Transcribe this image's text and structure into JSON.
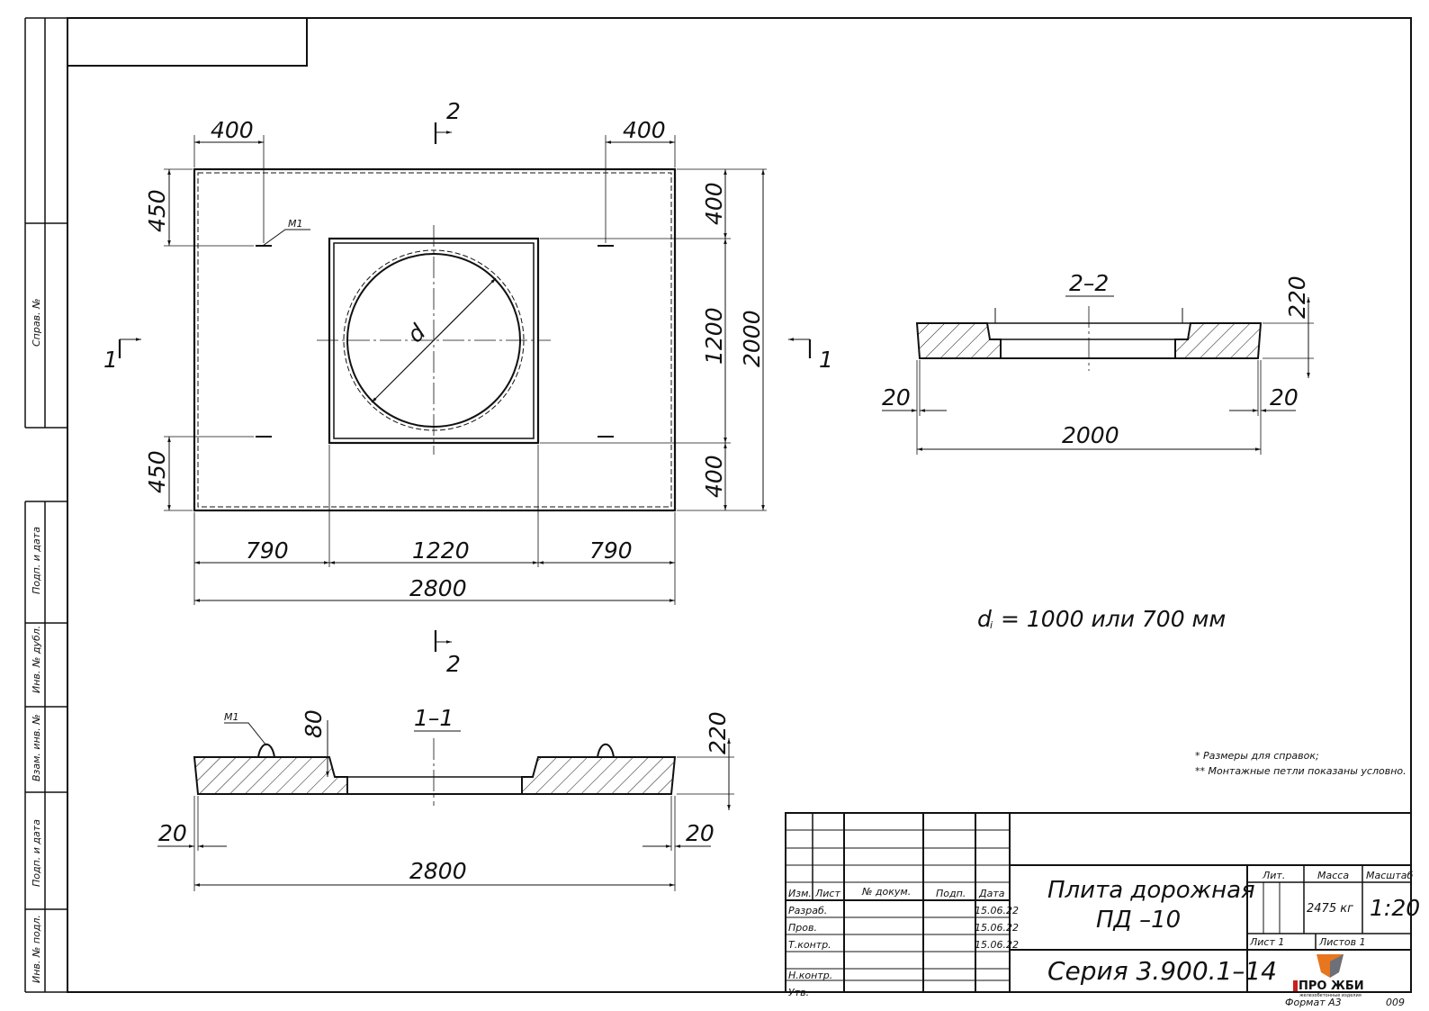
{
  "side_strip": {
    "sprav_no": "Справ. №",
    "podp_data_1": "Подп. и дата",
    "inv_dubl": "Инв. № дубл.",
    "vzam_inv": "Взам. инв. №",
    "podp_data_2": "Подп. и дата",
    "inv_podl": "Инв. № подл."
  },
  "plan_view": {
    "dim_400_left": "400",
    "dim_400_right": "400",
    "dim_450_top": "450",
    "dim_450_bottom": "450",
    "dim_400_right_top": "400",
    "dim_1200": "1200",
    "dim_2000": "2000",
    "dim_400_right_bottom": "400",
    "dim_790_left": "790",
    "dim_1220": "1220",
    "dim_790_right": "790",
    "dim_2800": "2800",
    "hole_label": "d",
    "loop_label": "М1",
    "cut1_left": "1",
    "cut1_right": "1",
    "cut2_top": "2",
    "cut2_bottom": "2"
  },
  "section_1_1": {
    "title": "1–1",
    "loop_label": "М1",
    "dim_80": "80",
    "dim_220": "220",
    "dim_20_left": "20",
    "dim_20_right": "20",
    "dim_2800": "2800"
  },
  "section_2_2": {
    "title": "2–2",
    "dim_220": "220",
    "dim_20_left": "20",
    "dim_20_right": "20",
    "dim_2000": "2000"
  },
  "diameter_note": {
    "prefix": "d",
    "subscript": "i",
    "text": "= 1000  или  700  мм"
  },
  "notes": [
    "* Размеры для справок;",
    "** Монтажные петли показаны условно."
  ],
  "title_block": {
    "col_izm": "Изм.",
    "col_list": "Лист",
    "col_dokum": "№ докум.",
    "col_podp": "Подп.",
    "col_data": "Дата",
    "row_razrab": "Разраб.",
    "row_prov": "Пров.",
    "row_tkontr": "Т.контр.",
    "row_nkontr": "Н.контр.",
    "row_utv": "Утв.",
    "date_1": "15.06.22",
    "date_2": "15.06.22",
    "date_3": "15.06.22",
    "product_name_1": "Плита дорожная",
    "product_name_2": "ПД –10",
    "series": "Серия  3.900.1–14",
    "lit": "Лит.",
    "massa": "Масса",
    "masshtab": "Масштаб",
    "mass_value": "2475 кг",
    "scale_value": "1:20",
    "sheet": "Лист  1",
    "sheets": "Листов  1",
    "logo_text": "ПРО ЖБИ",
    "logo_sub": "железобетонные изделия",
    "format": "Формат А3",
    "code": "009"
  },
  "colors": {
    "line": "#111111",
    "logo_orange": "#e8761e",
    "logo_gray": "#6b7079",
    "logo_red": "#c8201e"
  }
}
